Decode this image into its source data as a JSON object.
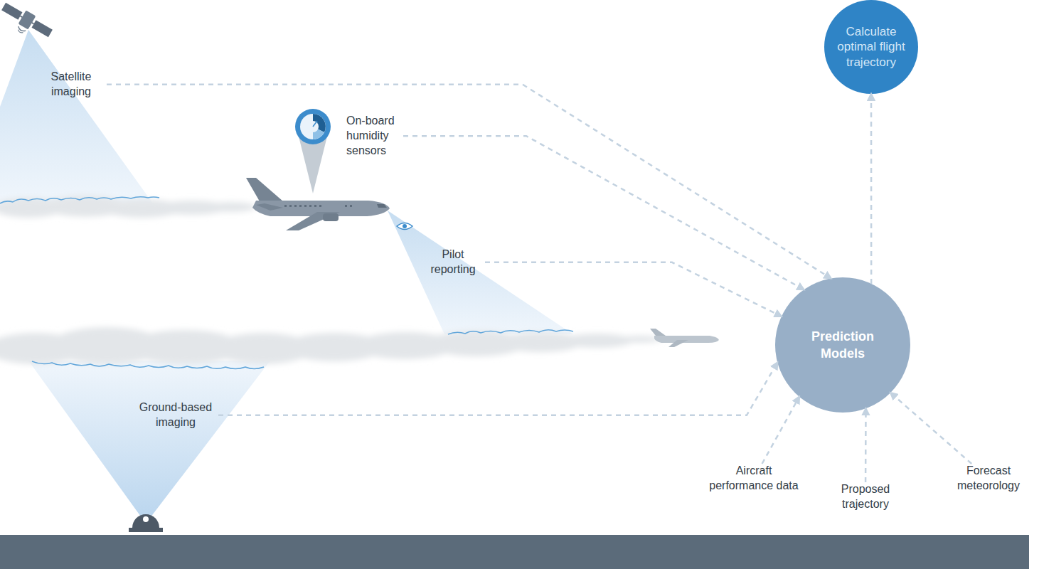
{
  "diagram": {
    "nodes": [
      {
        "text": [
          "Satellite imaging"
        ]
      },
      {
        "text": [
          "Calculate optimal flight trajectory"
        ]
      },
      {
        "text": [
          "On-board humidity sensors"
        ]
      },
      {
        "text": [
          "Pilot reporting"
        ]
      },
      {
        "text": [
          "Prediction Models"
        ]
      },
      {
        "text": [
          "Ground-based imaging"
        ]
      },
      {
        "text": [
          "Aircraft performance data"
        ]
      },
      {
        "text": [
          "Proposed trajectory"
        ]
      },
      {
        "text": [
          "Forecast meteorology"
        ]
      }
    ],
    "edges": [
      {
        "from": 0,
        "to": 4,
        "arrow": "to"
      },
      {
        "from": 2,
        "to": 4,
        "arrow": "to"
      },
      {
        "from": 3,
        "to": 4,
        "arrow": "to"
      },
      {
        "from": 5,
        "to": 4,
        "arrow": "to"
      },
      {
        "from": 6,
        "to": 4,
        "arrow": "to"
      },
      {
        "from": 7,
        "to": 4,
        "arrow": "to"
      },
      {
        "from": 8,
        "to": 4,
        "arrow": "to"
      },
      {
        "from": 4,
        "to": 1,
        "arrow": "to"
      }
    ]
  }
}
